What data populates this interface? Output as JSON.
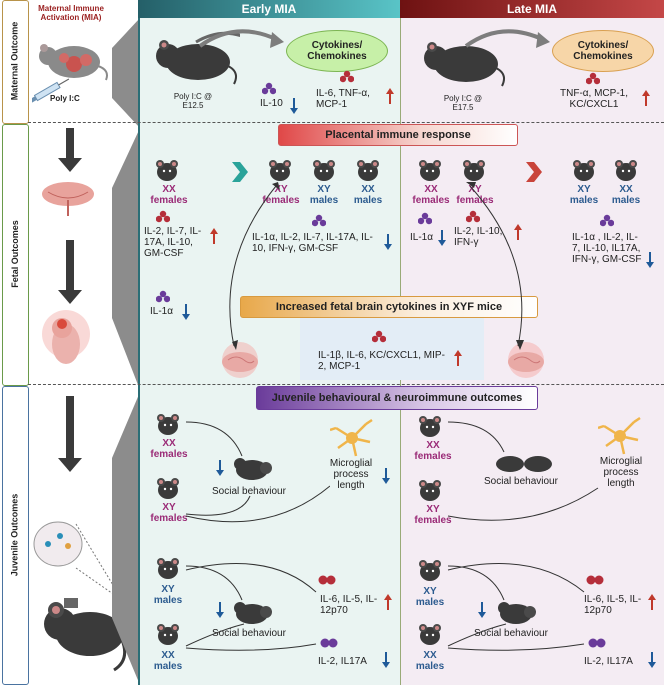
{
  "header": {
    "mia_label": "Maternal Immune Activation (MIA)",
    "early": "Early MIA",
    "late": "Late MIA",
    "early_color": "#2d7c86",
    "late_color": "#7d1d1d"
  },
  "rows": {
    "maternal": "Maternal Outcome",
    "fetal": "Fetal Outcomes",
    "juvenile": "Juvenile Outcomes"
  },
  "maternal": {
    "polyic": "Poly I:C",
    "early_injection": "Poly I:C @ E12.5",
    "early_cyto": "Cytokines/ Chemokines",
    "early_down": "IL-10",
    "early_up": "IL-6, TNF-α, MCP-1",
    "late_injection": "Poly I:C @ E17.5",
    "late_cyto": "Cytokines/ Chemokines",
    "late_up": "TNF-α, MCP-1, KC/CXCL1"
  },
  "fetal": {
    "placental_banner": "Placental immune response",
    "xx_females": "XX females",
    "xy_females": "XY females",
    "xy_males": "XY males",
    "xx_males": "XX males",
    "early_left_up": "IL-2, IL-7, IL-17A, IL-10, GM-CSF",
    "early_left_down": "IL-1α",
    "early_right_down": "IL-1α, IL-2, IL-7, IL-17A, IL-10, IFN-γ, GM-CSF",
    "late_xxf_down": "IL-1α",
    "late_xyf_up": "IL-2, IL-10, IFN-γ",
    "late_males_down": "IL-1α , IL-2, IL-7, IL-10, IL17A, IFN-γ, GM-CSF",
    "brain_banner": "Increased fetal brain cytokines in XYF mice",
    "brain_up": "IL-1β, IL-6, KC/CXCL1, MIP-2, MCP-1"
  },
  "juvenile": {
    "banner": "Juvenile behavioural & neuroimmune outcomes",
    "xx_females": "XX females",
    "xy_females": "XY females",
    "xy_males": "XY males",
    "xx_males": "XX males",
    "social": "Social behaviour",
    "microglia": "Microglial process length",
    "males_up": "IL-6, IL-5, IL-12p70",
    "males_down": "IL-2, IL17A"
  },
  "colors": {
    "arrow_up": "#c0392b",
    "arrow_down": "#1f5a99",
    "placental_banner": "#e04848",
    "brain_banner": "#e8a84a",
    "juvenile_banner": "#6a3b9a"
  }
}
